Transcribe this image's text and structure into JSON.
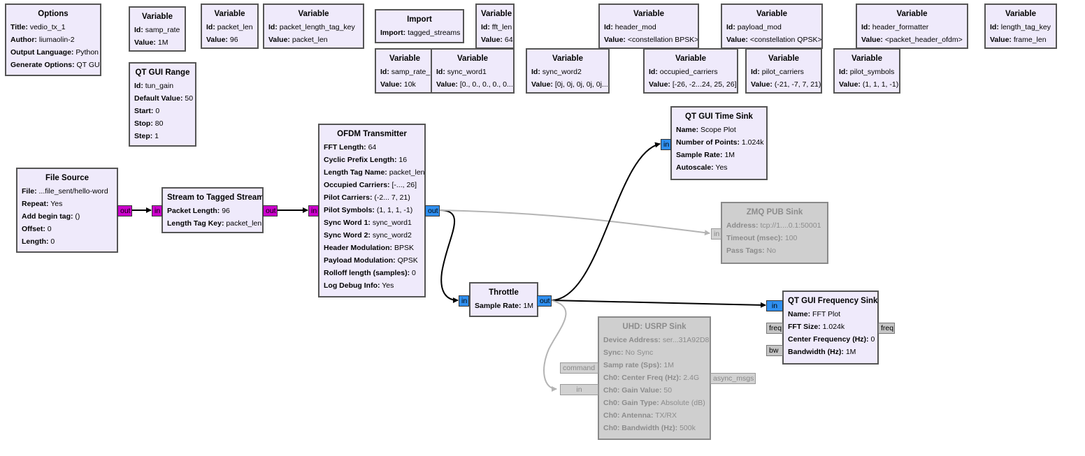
{
  "colors": {
    "block_bg": "#efeafb",
    "disabled_bg": "#cfcfcf",
    "byte_port": "#cc00cc",
    "complex_port": "#2f8ff0",
    "wire": "#000000",
    "disabled_wire": "#b4b4b4"
  },
  "options": {
    "title": "Options",
    "params": [
      {
        "k": "Title:",
        "v": "vedio_tx_1"
      },
      {
        "k": "Author:",
        "v": "liumaolin-2"
      },
      {
        "k": "Output Language:",
        "v": "Python"
      },
      {
        "k": "Generate Options:",
        "v": "QT GUI"
      }
    ]
  },
  "var_samp_rate": {
    "title": "Variable",
    "params": [
      {
        "k": "Id:",
        "v": "samp_rate"
      },
      {
        "k": "Value:",
        "v": "1M"
      }
    ]
  },
  "var_packet_len": {
    "title": "Variable",
    "params": [
      {
        "k": "Id:",
        "v": "packet_len"
      },
      {
        "k": "Value:",
        "v": "96"
      }
    ]
  },
  "var_tag_key": {
    "title": "Variable",
    "params": [
      {
        "k": "Id:",
        "v": "packet_length_tag_key"
      },
      {
        "k": "Value:",
        "v": "packet_len"
      }
    ]
  },
  "import_block": {
    "title": "Import",
    "params": [
      {
        "k": "Import:",
        "v": "tagged_streams"
      }
    ]
  },
  "var_fft_len": {
    "title": "Variable",
    "params": [
      {
        "k": "Id:",
        "v": "fft_len"
      },
      {
        "k": "Value:",
        "v": "64"
      }
    ]
  },
  "var_header_mod": {
    "title": "Variable",
    "params": [
      {
        "k": "Id:",
        "v": "header_mod"
      },
      {
        "k": "Value:",
        "v": "<constellation BPSK>"
      }
    ]
  },
  "var_payload_mod": {
    "title": "Variable",
    "params": [
      {
        "k": "Id:",
        "v": "payload_mod"
      },
      {
        "k": "Value:",
        "v": "<constellation QPSK>"
      }
    ]
  },
  "var_header_formatter": {
    "title": "Variable",
    "params": [
      {
        "k": "Id:",
        "v": "header_formatter"
      },
      {
        "k": "Value:",
        "v": "<packet_header_ofdm>"
      }
    ]
  },
  "var_length_tag_key": {
    "title": "Variable",
    "params": [
      {
        "k": "Id:",
        "v": "length_tag_key"
      },
      {
        "k": "Value:",
        "v": "frame_len"
      }
    ]
  },
  "var_samp_rate2": {
    "title": "Variable",
    "params": [
      {
        "k": "Id:",
        "v": "samp_rate_("
      },
      {
        "k": "Value:",
        "v": "10k"
      }
    ]
  },
  "var_sync_word1": {
    "title": "Variable",
    "params": [
      {
        "k": "Id:",
        "v": "sync_word1"
      },
      {
        "k": "Value:",
        "v": "[0., 0., 0., 0., 0...."
      }
    ]
  },
  "var_sync_word2": {
    "title": "Variable",
    "params": [
      {
        "k": "Id:",
        "v": "sync_word2"
      },
      {
        "k": "Value:",
        "v": "[0j, 0j, 0j, 0j, 0j..."
      }
    ]
  },
  "var_occupied": {
    "title": "Variable",
    "params": [
      {
        "k": "Id:",
        "v": "occupied_carriers"
      },
      {
        "k": "Value:",
        "v": "[-26, -2...24, 25, 26]"
      }
    ]
  },
  "var_pilot_carriers": {
    "title": "Variable",
    "params": [
      {
        "k": "Id:",
        "v": "pilot_carriers"
      },
      {
        "k": "Value:",
        "v": "(-21, -7, 7, 21)"
      }
    ]
  },
  "var_pilot_symbols": {
    "title": "Variable",
    "params": [
      {
        "k": "Id:",
        "v": "pilot_symbols"
      },
      {
        "k": "Value:",
        "v": "(1, 1, 1, -1)"
      }
    ]
  },
  "qt_range": {
    "title": "QT GUI Range",
    "params": [
      {
        "k": "Id:",
        "v": "tun_gain"
      },
      {
        "k": "Default Value:",
        "v": "50"
      },
      {
        "k": "Start:",
        "v": "0"
      },
      {
        "k": "Stop:",
        "v": "80"
      },
      {
        "k": "Step:",
        "v": "1"
      }
    ]
  },
  "file_source": {
    "title": "File Source",
    "params": [
      {
        "k": "File:",
        "v": "...file_sent/hello-word"
      },
      {
        "k": "Repeat:",
        "v": "Yes"
      },
      {
        "k": "Add begin tag:",
        "v": "()"
      },
      {
        "k": "Offset:",
        "v": "0"
      },
      {
        "k": "Length:",
        "v": "0"
      }
    ],
    "out_port": "out"
  },
  "stream_tagged": {
    "title": "Stream to Tagged Stream",
    "params": [
      {
        "k": "Packet Length:",
        "v": "96"
      },
      {
        "k": "Length Tag Key:",
        "v": "packet_len"
      }
    ],
    "in_port": "in",
    "out_port": "out"
  },
  "ofdm_tx": {
    "title": "OFDM Transmitter",
    "params": [
      {
        "k": "FFT Length:",
        "v": "64"
      },
      {
        "k": "Cyclic Prefix Length:",
        "v": "16"
      },
      {
        "k": "Length Tag Name:",
        "v": "packet_len"
      },
      {
        "k": "Occupied Carriers:",
        "v": "[-..., 26]"
      },
      {
        "k": "Pilot Carriers:",
        "v": "(-2... 7, 21)"
      },
      {
        "k": "Pilot Symbols:",
        "v": "(1, 1, 1, -1)"
      },
      {
        "k": "Sync Word 1:",
        "v": "sync_word1"
      },
      {
        "k": "Sync Word 2:",
        "v": "sync_word2"
      },
      {
        "k": "Header Modulation:",
        "v": "BPSK"
      },
      {
        "k": "Payload Modulation:",
        "v": "QPSK"
      },
      {
        "k": "Rolloff length (samples):",
        "v": "0"
      },
      {
        "k": "Log Debug Info:",
        "v": "Yes"
      }
    ],
    "in_port": "in",
    "out_port": "out"
  },
  "throttle": {
    "title": "Throttle",
    "params": [
      {
        "k": "Sample Rate:",
        "v": "1M"
      }
    ],
    "in_port": "in",
    "out_port": "out"
  },
  "time_sink": {
    "title": "QT GUI Time Sink",
    "params": [
      {
        "k": "Name:",
        "v": "Scope Plot"
      },
      {
        "k": "Number of Points:",
        "v": "1.024k"
      },
      {
        "k": "Sample Rate:",
        "v": "1M"
      },
      {
        "k": "Autoscale:",
        "v": "Yes"
      }
    ],
    "in_port": "in"
  },
  "zmq_sink": {
    "title": "ZMQ PUB Sink",
    "params": [
      {
        "k": "Address:",
        "v": "tcp://1....0.1:50001"
      },
      {
        "k": "Timeout (msec):",
        "v": "100"
      },
      {
        "k": "Pass Tags:",
        "v": "No"
      }
    ],
    "in_port": "in"
  },
  "freq_sink": {
    "title": "QT GUI Frequency Sink",
    "params": [
      {
        "k": "Name:",
        "v": "FFT Plot"
      },
      {
        "k": "FFT Size:",
        "v": "1.024k"
      },
      {
        "k": "Center Frequency (Hz):",
        "v": "0"
      },
      {
        "k": "Bandwidth (Hz):",
        "v": "1M"
      }
    ],
    "in_port": "in",
    "freq_in": "freq",
    "bw_in": "bw",
    "freq_out": "freq"
  },
  "usrp_sink": {
    "title": "UHD: USRP Sink",
    "params": [
      {
        "k": "Device Address:",
        "v": "ser...31A92D8"
      },
      {
        "k": "Sync:",
        "v": "No Sync"
      },
      {
        "k": "Samp rate (Sps):",
        "v": "1M"
      },
      {
        "k": "Ch0: Center Freq (Hz):",
        "v": "2.4G"
      },
      {
        "k": "Ch0: Gain Value:",
        "v": "50"
      },
      {
        "k": "Ch0: Gain Type:",
        "v": "Absolute (dB)"
      },
      {
        "k": "Ch0: Antenna:",
        "v": "TX/RX"
      },
      {
        "k": "Ch0: Bandwidth (Hz):",
        "v": "500k"
      }
    ],
    "command_port": "command",
    "in_port": "in",
    "async_port": "async_msgs"
  }
}
